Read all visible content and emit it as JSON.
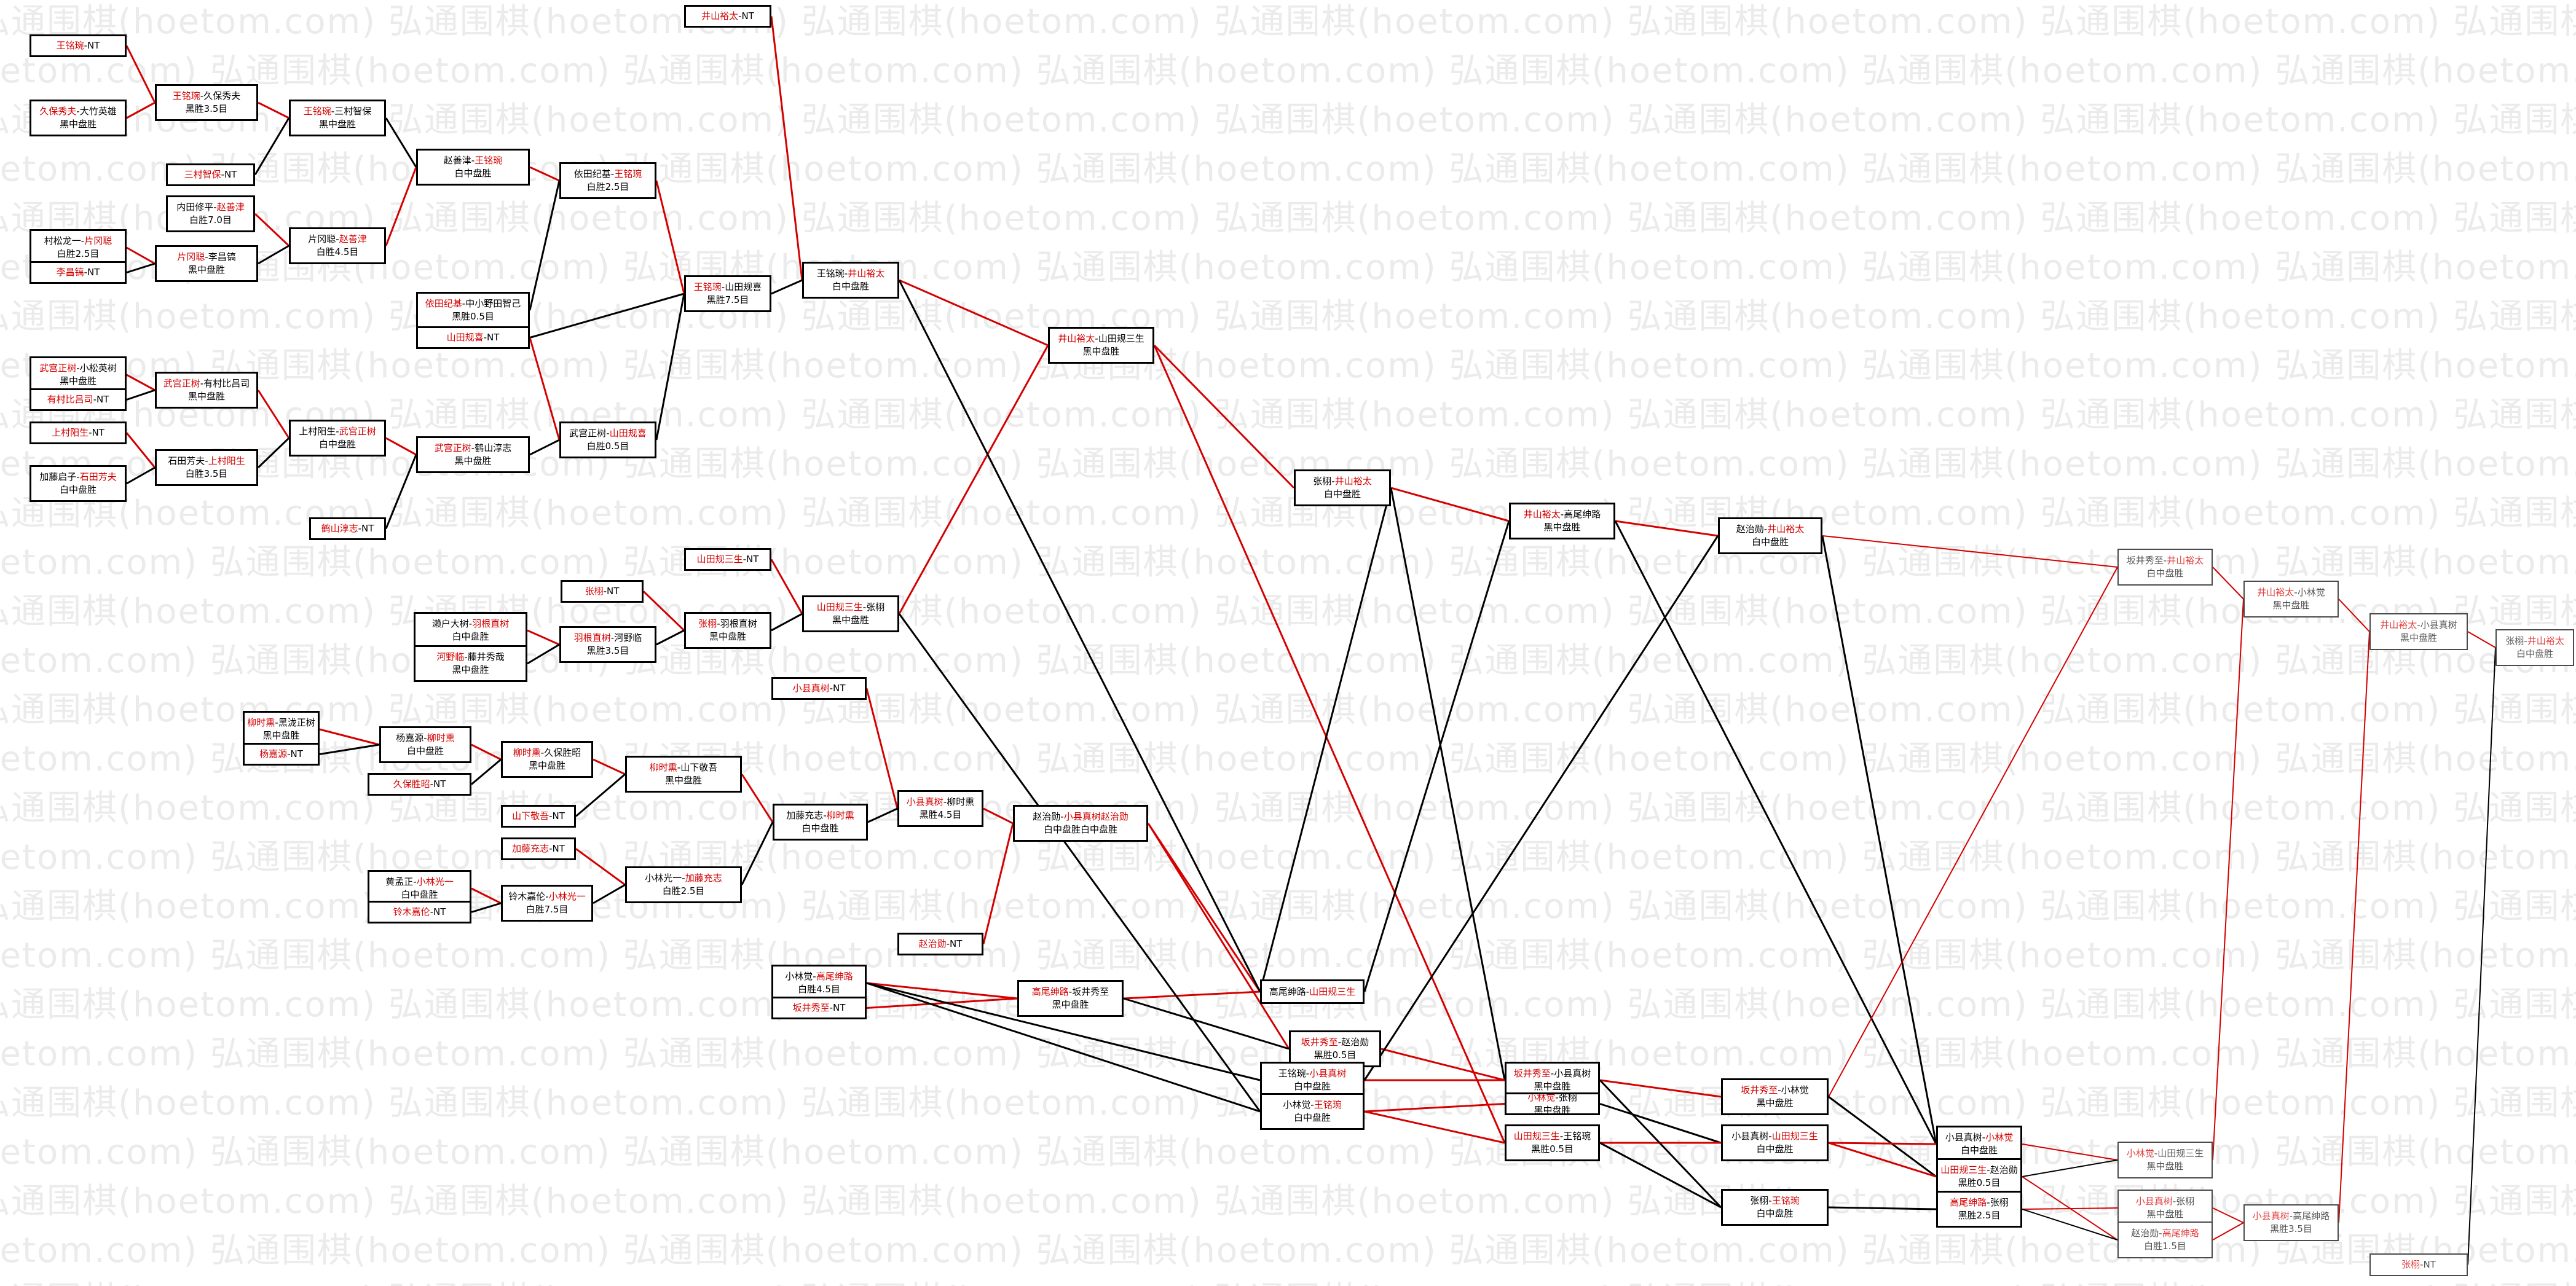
{
  "watermark": "弘通围棋(hoetom.com)",
  "colors": {
    "win_line": "#d40000",
    "loss_line": "#000000"
  },
  "nodes": [
    {
      "id": "n1",
      "parts": [
        {
          "t": "王铭琬",
          "red": true
        },
        {
          "t": "-NT"
        }
      ]
    },
    {
      "id": "n2",
      "parts": [
        {
          "t": "久保秀夫",
          "red": true
        },
        {
          "t": "-大竹英雄"
        }
      ],
      "sub": "黑中盘胜"
    },
    {
      "id": "n3",
      "parts": [
        {
          "t": "王铭琬",
          "red": true
        },
        {
          "t": "-久保秀夫"
        }
      ],
      "sub": "黑胜3.5目"
    },
    {
      "id": "n4",
      "parts": [
        {
          "t": "王铭琬",
          "red": true
        },
        {
          "t": "-三村智保"
        }
      ],
      "sub": "黑中盘胜"
    },
    {
      "id": "n5",
      "parts": [
        {
          "t": "三村智保",
          "red": true
        },
        {
          "t": "-NT"
        }
      ]
    },
    {
      "id": "n6",
      "parts": [
        {
          "t": "内田修平-"
        },
        {
          "t": "赵善津",
          "red": true
        }
      ],
      "sub": "白胜7.0目"
    },
    {
      "id": "n7",
      "parts": [
        {
          "t": "村松龙一-"
        },
        {
          "t": "片冈聪",
          "red": true
        }
      ],
      "sub": "白胜2.5目"
    },
    {
      "id": "n8",
      "parts": [
        {
          "t": "李昌镐",
          "red": true
        },
        {
          "t": "-NT"
        }
      ]
    },
    {
      "id": "n9",
      "parts": [
        {
          "t": "片冈聪",
          "red": true
        },
        {
          "t": "-李昌镐"
        }
      ],
      "sub": "黑中盘胜"
    },
    {
      "id": "n10",
      "parts": [
        {
          "t": "片冈聪-"
        },
        {
          "t": "赵善津",
          "red": true
        }
      ],
      "sub": "白胜4.5目"
    },
    {
      "id": "n11",
      "parts": [
        {
          "t": "赵善津-"
        },
        {
          "t": "王铭琬",
          "red": true
        }
      ],
      "sub": "白中盘胜"
    },
    {
      "id": "n12",
      "parts": [
        {
          "t": "依田纪基-"
        },
        {
          "t": "王铭琬",
          "red": true
        }
      ],
      "sub": "白胜2.5目"
    },
    {
      "id": "n13",
      "parts": [
        {
          "t": "依田纪基",
          "red": true
        },
        {
          "t": "-中小野田智己"
        }
      ],
      "sub": "黑胜0.5目"
    },
    {
      "id": "n14",
      "parts": [
        {
          "t": "山田规喜",
          "red": true
        },
        {
          "t": "-NT"
        }
      ]
    },
    {
      "id": "n15",
      "parts": [
        {
          "t": "井山裕太",
          "red": true
        },
        {
          "t": "-NT"
        }
      ]
    },
    {
      "id": "n16",
      "parts": [
        {
          "t": "王铭琬",
          "red": true
        },
        {
          "t": "-山田规喜"
        }
      ],
      "sub": "黑胜7.5目"
    },
    {
      "id": "n17",
      "parts": [
        {
          "t": "王铭琬-"
        },
        {
          "t": "井山裕太",
          "red": true
        }
      ],
      "sub": "白中盘胜"
    },
    {
      "id": "n18",
      "parts": [
        {
          "t": "武宫正树",
          "red": true
        },
        {
          "t": "-小松英树"
        }
      ],
      "sub": "黑中盘胜"
    },
    {
      "id": "n19",
      "parts": [
        {
          "t": "有村比吕司",
          "red": true
        },
        {
          "t": "-NT"
        }
      ]
    },
    {
      "id": "n20",
      "parts": [
        {
          "t": "武宫正树",
          "red": true
        },
        {
          "t": "-有村比吕司"
        }
      ],
      "sub": "黑中盘胜"
    },
    {
      "id": "n21",
      "parts": [
        {
          "t": "上村阳生",
          "red": true
        },
        {
          "t": "-NT"
        }
      ]
    },
    {
      "id": "n22",
      "parts": [
        {
          "t": "加藤启子-"
        },
        {
          "t": "石田芳夫",
          "red": true
        }
      ],
      "sub": "白中盘胜"
    },
    {
      "id": "n23",
      "parts": [
        {
          "t": "石田芳夫-"
        },
        {
          "t": "上村阳生",
          "red": true
        }
      ],
      "sub": "白胜3.5目"
    },
    {
      "id": "n24",
      "parts": [
        {
          "t": "上村阳生-"
        },
        {
          "t": "武宫正树",
          "red": true
        }
      ],
      "sub": "白中盘胜"
    },
    {
      "id": "n25",
      "parts": [
        {
          "t": "武宫正树",
          "red": true
        },
        {
          "t": "-鹤山淳志"
        }
      ],
      "sub": "黑中盘胜"
    },
    {
      "id": "n26",
      "parts": [
        {
          "t": "武宫正树-"
        },
        {
          "t": "山田规喜",
          "red": true
        }
      ],
      "sub": "白胜0.5目"
    },
    {
      "id": "n27",
      "parts": [
        {
          "t": "鹤山淳志",
          "red": true
        },
        {
          "t": "-NT"
        }
      ]
    },
    {
      "id": "n28",
      "parts": [
        {
          "t": "井山裕太",
          "red": true
        },
        {
          "t": "-山田规三生"
        }
      ],
      "sub": "黑中盘胜"
    },
    {
      "id": "n29",
      "parts": [
        {
          "t": "山田规三生",
          "red": true
        },
        {
          "t": "-NT"
        }
      ]
    },
    {
      "id": "n30",
      "parts": [
        {
          "t": "张栩",
          "red": true
        },
        {
          "t": "-NT"
        }
      ]
    },
    {
      "id": "n31",
      "parts": [
        {
          "t": "濑户大树-"
        },
        {
          "t": "羽根直树",
          "red": true
        }
      ],
      "sub": "白中盘胜"
    },
    {
      "id": "n32",
      "parts": [
        {
          "t": "河野临",
          "red": true
        },
        {
          "t": "-藤井秀哉"
        }
      ],
      "sub": "黑中盘胜"
    },
    {
      "id": "n33",
      "parts": [
        {
          "t": "羽根直树",
          "red": true
        },
        {
          "t": "-河野临"
        }
      ],
      "sub": "黑胜3.5目"
    },
    {
      "id": "n34",
      "parts": [
        {
          "t": "张栩",
          "red": true
        },
        {
          "t": "-羽根直树"
        }
      ],
      "sub": "黑中盘胜"
    },
    {
      "id": "n35",
      "parts": [
        {
          "t": "山田规三生",
          "red": true
        },
        {
          "t": "-张栩"
        }
      ],
      "sub": "黑中盘胜"
    },
    {
      "id": "n36",
      "parts": [
        {
          "t": "张栩-"
        },
        {
          "t": "井山裕太",
          "red": true
        }
      ],
      "sub": "白中盘胜"
    },
    {
      "id": "n37",
      "parts": [
        {
          "t": "井山裕太",
          "red": true
        },
        {
          "t": "-高尾绅路"
        }
      ],
      "sub": "黑中盘胜"
    },
    {
      "id": "n38",
      "parts": [
        {
          "t": "柳时熏",
          "red": true
        },
        {
          "t": "-黑泷正树"
        }
      ],
      "sub": "黑中盘胜"
    },
    {
      "id": "n39",
      "parts": [
        {
          "t": "杨嘉源",
          "red": true
        },
        {
          "t": "-NT"
        }
      ]
    },
    {
      "id": "n40",
      "parts": [
        {
          "t": "杨嘉源-"
        },
        {
          "t": "柳时熏",
          "red": true
        }
      ],
      "sub": "白中盘胜"
    },
    {
      "id": "n41",
      "parts": [
        {
          "t": "久保胜昭",
          "red": true
        },
        {
          "t": "-NT"
        }
      ]
    },
    {
      "id": "n42",
      "parts": [
        {
          "t": "柳时熏",
          "red": true
        },
        {
          "t": "-久保胜昭"
        }
      ],
      "sub": "黑中盘胜"
    },
    {
      "id": "n43",
      "parts": [
        {
          "t": "山下敬吾",
          "red": true
        },
        {
          "t": "-NT"
        }
      ]
    },
    {
      "id": "n44",
      "parts": [
        {
          "t": "加藤充志",
          "red": true
        },
        {
          "t": "-NT"
        }
      ]
    },
    {
      "id": "n45",
      "parts": [
        {
          "t": "柳时熏",
          "red": true
        },
        {
          "t": "-山下敬吾"
        }
      ],
      "sub": "黑中盘胜"
    },
    {
      "id": "n46",
      "parts": [
        {
          "t": "黄孟正-"
        },
        {
          "t": "小林光一",
          "red": true
        }
      ],
      "sub": "白中盘胜"
    },
    {
      "id": "n47",
      "parts": [
        {
          "t": "铃木嘉伦",
          "red": true
        },
        {
          "t": "-NT"
        }
      ]
    },
    {
      "id": "n48",
      "parts": [
        {
          "t": "铃木嘉伦-"
        },
        {
          "t": "小林光一",
          "red": true
        }
      ],
      "sub": "白胜7.5目"
    },
    {
      "id": "n49",
      "parts": [
        {
          "t": "小林光一-"
        },
        {
          "t": "加藤充志",
          "red": true
        }
      ],
      "sub": "白胜2.5目"
    },
    {
      "id": "n50",
      "parts": [
        {
          "t": "加藤充志-"
        },
        {
          "t": "柳时熏",
          "red": true
        }
      ],
      "sub": "白中盘胜"
    },
    {
      "id": "n51",
      "parts": [
        {
          "t": "小县真树",
          "red": true
        },
        {
          "t": "-NT"
        }
      ]
    },
    {
      "id": "n52",
      "parts": [
        {
          "t": "小县真树",
          "red": true
        },
        {
          "t": "-柳时熏"
        }
      ],
      "sub": "黑胜4.5目"
    },
    {
      "id": "n53",
      "parts": [
        {
          "t": "赵治勋",
          "red": true
        },
        {
          "t": "-NT"
        }
      ]
    },
    {
      "id": "n54",
      "parts": [
        {
          "t": "赵治勋-"
        },
        {
          "t": "小县真树",
          "red": true
        },
        {
          "t": "赵治勋",
          "red": true
        }
      ],
      "sub": "白中盘胜白中盘胜"
    },
    {
      "id": "n55",
      "parts": [
        {
          "t": "小林觉-"
        },
        {
          "t": "高尾绅路",
          "red": true
        }
      ],
      "sub": "白胜4.5目"
    },
    {
      "id": "n56",
      "parts": [
        {
          "t": "坂井秀至",
          "red": true
        },
        {
          "t": "-NT"
        }
      ]
    },
    {
      "id": "n57",
      "parts": [
        {
          "t": "高尾绅路",
          "red": true
        },
        {
          "t": "-坂井秀至"
        }
      ],
      "sub": "黑中盘胜"
    },
    {
      "id": "n58",
      "parts": [
        {
          "t": "高尾绅路-"
        },
        {
          "t": "山田规三生",
          "red": true
        }
      ],
      "sub": ""
    },
    {
      "id": "n59",
      "parts": [
        {
          "t": "坂井秀至",
          "red": true
        },
        {
          "t": "-赵治勋"
        }
      ],
      "sub": "黑胜0.5目"
    },
    {
      "id": "n60",
      "parts": [
        {
          "t": "王铭琬-"
        },
        {
          "t": "小县真树",
          "red": true
        }
      ],
      "sub": "白中盘胜"
    },
    {
      "id": "n61",
      "parts": [
        {
          "t": "小林觉-"
        },
        {
          "t": "王铭琬",
          "red": true
        }
      ],
      "sub": "白中盘胜"
    },
    {
      "id": "n62",
      "parts": [
        {
          "t": "坂井秀至",
          "red": true
        },
        {
          "t": "-小县真树"
        }
      ],
      "sub": "黑中盘胜"
    },
    {
      "id": "n63",
      "parts": [
        {
          "t": "小林觉",
          "red": true
        },
        {
          "t": "-张栩"
        }
      ],
      "sub": "黑中盘胜"
    },
    {
      "id": "n64",
      "parts": [
        {
          "t": "山田规三生",
          "red": true
        },
        {
          "t": "-王铭琬"
        }
      ],
      "sub": "黑胜0.5目"
    },
    {
      "id": "n65",
      "parts": [
        {
          "t": "赵治勋-"
        },
        {
          "t": "井山裕太",
          "red": true
        }
      ],
      "sub": "白中盘胜"
    },
    {
      "id": "n66",
      "parts": [
        {
          "t": "坂井秀至",
          "red": true
        },
        {
          "t": "-小林觉"
        }
      ],
      "sub": "黑中盘胜"
    },
    {
      "id": "n67",
      "parts": [
        {
          "t": "小县真树-"
        },
        {
          "t": "山田规三生",
          "red": true
        }
      ],
      "sub": "白中盘胜"
    },
    {
      "id": "n68",
      "parts": [
        {
          "t": "张栩-"
        },
        {
          "t": "王铭琬",
          "red": true
        }
      ],
      "sub": "白中盘胜"
    },
    {
      "id": "n69",
      "parts": [
        {
          "t": "小县真树-"
        },
        {
          "t": "小林觉",
          "red": true
        }
      ],
      "sub": "白中盘胜"
    },
    {
      "id": "n70",
      "parts": [
        {
          "t": "山田规三生",
          "red": true
        },
        {
          "t": "-赵治勋"
        }
      ],
      "sub": "黑胜0.5目"
    },
    {
      "id": "n71",
      "parts": [
        {
          "t": "高尾绅路",
          "red": true
        },
        {
          "t": "-张栩"
        }
      ],
      "sub": "黑胜2.5目"
    },
    {
      "id": "n72",
      "parts": [
        {
          "t": "坂井秀至-"
        },
        {
          "t": "井山裕太",
          "red": true
        }
      ],
      "sub": "白中盘胜"
    },
    {
      "id": "n73",
      "parts": [
        {
          "t": "井山裕太",
          "red": true
        },
        {
          "t": "-小林觉"
        }
      ],
      "sub": "黑中盘胜"
    },
    {
      "id": "n74",
      "parts": [
        {
          "t": "小林觉",
          "red": true
        },
        {
          "t": "-山田规三生"
        }
      ],
      "sub": "黑中盘胜"
    },
    {
      "id": "n75",
      "parts": [
        {
          "t": "小县真树",
          "red": true
        },
        {
          "t": "-张栩"
        }
      ],
      "sub": "黑中盘胜"
    },
    {
      "id": "n76",
      "parts": [
        {
          "t": "赵治勋-"
        },
        {
          "t": "高尾绅路",
          "red": true
        }
      ],
      "sub": "白胜1.5目"
    },
    {
      "id": "n77",
      "parts": [
        {
          "t": "井山裕太",
          "red": true
        },
        {
          "t": "-小县真树"
        }
      ],
      "sub": "黑中盘胜"
    },
    {
      "id": "n78",
      "parts": [
        {
          "t": "小县真树",
          "red": true
        },
        {
          "t": "-高尾绅路"
        }
      ],
      "sub": "黑胜3.5目"
    },
    {
      "id": "n79",
      "parts": [
        {
          "t": "张栩-"
        },
        {
          "t": "井山裕太",
          "red": true
        }
      ],
      "sub": "白中盘胜"
    },
    {
      "id": "n80",
      "parts": [
        {
          "t": "张栩",
          "red": true
        },
        {
          "t": "-NT"
        }
      ]
    }
  ]
}
